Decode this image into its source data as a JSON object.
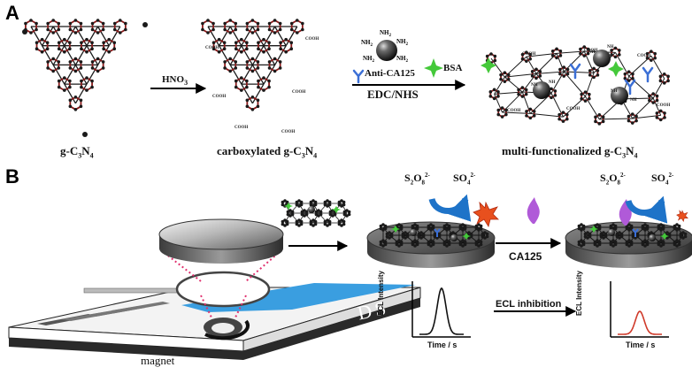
{
  "panels": {
    "a": {
      "letter": "A",
      "labels": {
        "gc3n4": "g-C",
        "carboxylated": "carboxylated g-C",
        "multi": "multi-functionalized  g-C"
      },
      "steps": {
        "hno3": "HNO",
        "antibody": "Anti-CA125",
        "edc": "EDC/NHS",
        "bsa": "BSA"
      },
      "groups": {
        "cooh": "COOH",
        "nh2": "NH"
      }
    },
    "b": {
      "letter": "B",
      "ions": {
        "persulfate": "S",
        "sulfate": "SO"
      },
      "analyte": "CA125",
      "magnet": "magnet",
      "electrode_text": "DS",
      "inhibition": "ECL inhibition",
      "plot": {
        "ylabel": "ECL Intensity",
        "xlabel": "Time / s"
      }
    }
  },
  "colors": {
    "ring": "#8b1a1a",
    "node": "#1a1a1a",
    "blue_strip": "#3a9ee0",
    "arrow_blue": "#1e73c8",
    "burst": "#e8501e",
    "green_star": "#44c93a",
    "antibody_blue": "#3b6fd6",
    "ca125": "#b05ad8",
    "peak_black": "#111111",
    "peak_red": "#d03a2a"
  }
}
